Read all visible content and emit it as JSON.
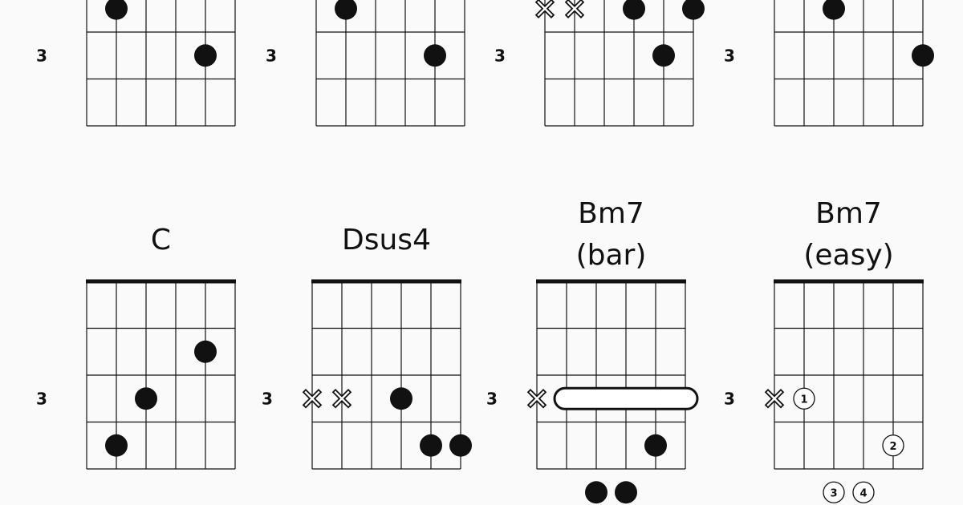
{
  "fret_marker": "3",
  "mute_glyph": "X",
  "colors": {
    "ink": "#111111",
    "background": "#fafafb"
  },
  "top_row": [
    {
      "fret_label": "3",
      "nut": false,
      "dots": [
        {
          "string": 2,
          "fret": 0
        },
        {
          "string": 5,
          "fret": 1
        }
      ],
      "mutes": []
    },
    {
      "fret_label": "3",
      "nut": false,
      "dots": [
        {
          "string": 2,
          "fret": 0
        },
        {
          "string": 5,
          "fret": 1
        }
      ],
      "mutes": []
    },
    {
      "fret_label": "3",
      "nut": false,
      "dots": [
        {
          "string": 4,
          "fret": 0
        },
        {
          "string": 6,
          "fret": 0
        },
        {
          "string": 5,
          "fret": 1
        }
      ],
      "mutes": [
        {
          "string": 1,
          "fret": 0
        },
        {
          "string": 2,
          "fret": 0
        }
      ]
    },
    {
      "fret_label": "3",
      "nut": false,
      "dots": [
        {
          "string": 3,
          "fret": 0
        },
        {
          "string": 6,
          "fret": 1
        }
      ],
      "mutes": []
    }
  ],
  "bottom_row": [
    {
      "title": [
        "C"
      ],
      "fret_label": "3",
      "nut": true,
      "dots": [
        {
          "string": 5,
          "fret": 1
        },
        {
          "string": 3,
          "fret": 2
        },
        {
          "string": 2,
          "fret": 3
        }
      ],
      "mutes": [],
      "barre": null,
      "fingers": []
    },
    {
      "title": [
        "Dsus4"
      ],
      "fret_label": "3",
      "nut": true,
      "dots": [
        {
          "string": 4,
          "fret": 2
        },
        {
          "string": 5,
          "fret": 3
        },
        {
          "string": 6,
          "fret": 3
        }
      ],
      "mutes": [
        {
          "string": 1,
          "fret": 2
        },
        {
          "string": 2,
          "fret": 2
        }
      ],
      "barre": null,
      "fingers": []
    },
    {
      "title": [
        "Bm7",
        "(bar)"
      ],
      "fret_label": "3",
      "nut": true,
      "dots": [
        {
          "string": 5,
          "fret": 3
        },
        {
          "string": 3,
          "fret": 4
        },
        {
          "string": 4,
          "fret": 4
        }
      ],
      "mutes": [
        {
          "string": 1,
          "fret": 2
        }
      ],
      "barre": {
        "from_string": 2,
        "to_string": 6,
        "fret": 2
      },
      "fingers": []
    },
    {
      "title": [
        "Bm7",
        "(easy)"
      ],
      "fret_label": "3",
      "nut": true,
      "dots": [],
      "mutes": [
        {
          "string": 1,
          "fret": 2
        }
      ],
      "barre": null,
      "fingers": [
        {
          "string": 2,
          "fret": 2,
          "label": "1"
        },
        {
          "string": 5,
          "fret": 3,
          "label": "2"
        },
        {
          "string": 3,
          "fret": 4,
          "label": "3"
        },
        {
          "string": 4,
          "fret": 4,
          "label": "4"
        }
      ]
    }
  ]
}
